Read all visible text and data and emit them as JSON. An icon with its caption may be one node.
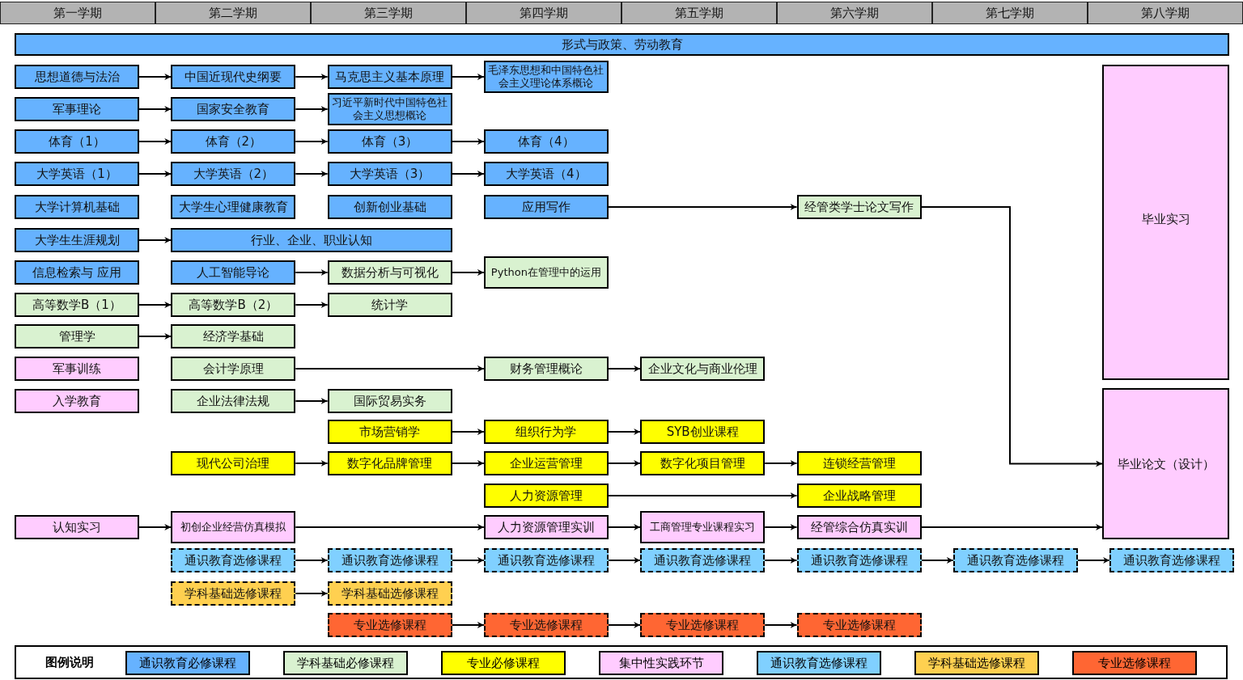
{
  "diagram": {
    "nodes": [
      {
        "text": [
          "第一学期"
        ]
      },
      {
        "text": [
          "第二学期"
        ]
      },
      {
        "text": [
          "第三学期"
        ]
      },
      {
        "text": [
          "第四学期"
        ]
      },
      {
        "text": [
          "第五学期"
        ]
      },
      {
        "text": [
          "第六学期"
        ]
      },
      {
        "text": [
          "第七学期"
        ]
      },
      {
        "text": [
          "第八学期"
        ]
      },
      {
        "text": [
          "形式与政策、劳动教育"
        ]
      },
      {
        "text": [
          "思想道德与法治"
        ]
      },
      {
        "text": [
          "中国近现代史纲要"
        ]
      },
      {
        "text": [
          "马克思主义基本原理"
        ]
      },
      {
        "text": [
          "毛泽东思想和中国特色社会主义理论体系概论"
        ]
      },
      {
        "text": [
          "军事理论"
        ]
      },
      {
        "text": [
          "国家安全教育"
        ]
      },
      {
        "text": [
          "习近平新时代中国特色社会主义思想概论"
        ]
      },
      {
        "text": [
          "毕业实习"
        ]
      },
      {
        "text": [
          "体育（1）"
        ]
      },
      {
        "text": [
          "体育（2）"
        ]
      },
      {
        "text": [
          "体育（3）"
        ]
      },
      {
        "text": [
          "体育（4）"
        ]
      },
      {
        "text": [
          "大学英语（1）"
        ]
      },
      {
        "text": [
          "大学英语（2）"
        ]
      },
      {
        "text": [
          "大学英语（3）"
        ]
      },
      {
        "text": [
          "大学英语（4）"
        ]
      },
      {
        "text": [
          "大学计算机基础"
        ]
      },
      {
        "text": [
          "大学生心理健康教育"
        ]
      },
      {
        "text": [
          "创新创业基础"
        ]
      },
      {
        "text": [
          "应用写作"
        ]
      },
      {
        "text": [
          "经管类学士论文写作"
        ]
      },
      {
        "text": [
          "大学生生涯规划"
        ]
      },
      {
        "text": [
          "行业、企业、职业认知"
        ]
      },
      {
        "text": [
          "信息检索与 应用"
        ]
      },
      {
        "text": [
          "人工智能导论"
        ]
      },
      {
        "text": [
          "数据分析与可视化"
        ]
      },
      {
        "text": [
          "Python在管理中的运用"
        ]
      },
      {
        "text": [
          "高等数学B（1）"
        ]
      },
      {
        "text": [
          "高等数学B（2）"
        ]
      },
      {
        "text": [
          "统计学"
        ]
      },
      {
        "text": [
          "管理学"
        ]
      },
      {
        "text": [
          "经济学基础"
        ]
      },
      {
        "text": [
          "军事训练"
        ]
      },
      {
        "text": [
          "会计学原理"
        ]
      },
      {
        "text": [
          "财务管理概论"
        ]
      },
      {
        "text": [
          "企业文化与商业伦理"
        ]
      },
      {
        "text": [
          "入学教育"
        ]
      },
      {
        "text": [
          "企业法律法规"
        ]
      },
      {
        "text": [
          "国际贸易实务"
        ]
      },
      {
        "text": [
          "市场营销学"
        ]
      },
      {
        "text": [
          "组织行为学"
        ]
      },
      {
        "text": [
          "SYB创业课程"
        ]
      },
      {
        "text": [
          "现代公司治理"
        ]
      },
      {
        "text": [
          "数字化品牌管理"
        ]
      },
      {
        "text": [
          "企业运营管理"
        ]
      },
      {
        "text": [
          "数字化项目管理"
        ]
      },
      {
        "text": [
          "连锁经营管理"
        ]
      },
      {
        "text": [
          "人力资源管理"
        ]
      },
      {
        "text": [
          "企业战略管理"
        ]
      },
      {
        "text": [
          "认知实习"
        ]
      },
      {
        "text": [
          "初创企业经营仿真模拟"
        ]
      },
      {
        "text": [
          "人力资源管理实训"
        ]
      },
      {
        "text": [
          "工商管理专业课程实习"
        ]
      },
      {
        "text": [
          "经管综合仿真实训"
        ]
      },
      {
        "text": [
          "毕业论文（设计）"
        ]
      },
      {
        "text": [
          "通识教育选修课程"
        ]
      },
      {
        "text": [
          "通识教育选修课程"
        ]
      },
      {
        "text": [
          "通识教育选修课程"
        ]
      },
      {
        "text": [
          "通识教育选修课程"
        ]
      },
      {
        "text": [
          "通识教育选修课程"
        ]
      },
      {
        "text": [
          "通识教育选修课程"
        ]
      },
      {
        "text": [
          "通识教育选修课程"
        ]
      },
      {
        "text": [
          "学科基础选修课程"
        ]
      },
      {
        "text": [
          "学科基础选修课程"
        ]
      },
      {
        "text": [
          "专业选修课程"
        ]
      },
      {
        "text": [
          "专业选修课程"
        ]
      },
      {
        "text": [
          "专业选修课程"
        ]
      },
      {
        "text": [
          "专业选修课程"
        ]
      }
    ],
    "edges": [
      {
        "from": 9,
        "to": 10,
        "arrow": "to"
      },
      {
        "from": 10,
        "to": 11,
        "arrow": "to"
      },
      {
        "from": 11,
        "to": 12,
        "arrow": "to"
      },
      {
        "from": 13,
        "to": 14,
        "arrow": "to"
      },
      {
        "from": 14,
        "to": 15,
        "arrow": "to"
      },
      {
        "from": 17,
        "to": 18,
        "arrow": "to"
      },
      {
        "from": 18,
        "to": 19,
        "arrow": "to"
      },
      {
        "from": 19,
        "to": 20,
        "arrow": "to"
      },
      {
        "from": 21,
        "to": 22,
        "arrow": "to"
      },
      {
        "from": 22,
        "to": 23,
        "arrow": "to"
      },
      {
        "from": 23,
        "to": 24,
        "arrow": "to"
      },
      {
        "from": 28,
        "to": 29,
        "arrow": "to"
      },
      {
        "from": 29,
        "to": 63,
        "arrow": "to"
      },
      {
        "from": 30,
        "to": 31,
        "arrow": "to"
      },
      {
        "from": 33,
        "to": 34,
        "arrow": "to"
      },
      {
        "from": 34,
        "to": 35,
        "arrow": "to"
      },
      {
        "from": 36,
        "to": 37,
        "arrow": "to"
      },
      {
        "from": 37,
        "to": 38,
        "arrow": "to"
      },
      {
        "from": 39,
        "to": 40,
        "arrow": "to"
      },
      {
        "from": 42,
        "to": 43,
        "arrow": "to"
      },
      {
        "from": 43,
        "to": 44,
        "arrow": "to"
      },
      {
        "from": 46,
        "to": 47,
        "arrow": "to"
      },
      {
        "from": 48,
        "to": 49,
        "arrow": "to"
      },
      {
        "from": 49,
        "to": 50,
        "arrow": "to"
      },
      {
        "from": 51,
        "to": 52,
        "arrow": "to"
      },
      {
        "from": 52,
        "to": 53,
        "arrow": "to"
      },
      {
        "from": 53,
        "to": 54,
        "arrow": "to"
      },
      {
        "from": 54,
        "to": 55,
        "arrow": "to"
      },
      {
        "from": 56,
        "to": 57,
        "arrow": "to"
      },
      {
        "from": 58,
        "to": 59,
        "arrow": "to"
      },
      {
        "from": 59,
        "to": 60,
        "arrow": "to"
      },
      {
        "from": 60,
        "to": 61,
        "arrow": "to"
      },
      {
        "from": 61,
        "to": 62,
        "arrow": "to"
      },
      {
        "from": 62,
        "to": 63,
        "arrow": "to"
      },
      {
        "from": 64,
        "to": 65,
        "arrow": "to"
      },
      {
        "from": 65,
        "to": 66,
        "arrow": "to"
      },
      {
        "from": 66,
        "to": 67,
        "arrow": "to"
      },
      {
        "from": 67,
        "to": 68,
        "arrow": "to"
      },
      {
        "from": 68,
        "to": 69,
        "arrow": "to"
      },
      {
        "from": 69,
        "to": 70,
        "arrow": "to"
      },
      {
        "from": 71,
        "to": 72,
        "arrow": "to"
      },
      {
        "from": 73,
        "to": 74,
        "arrow": "to"
      },
      {
        "from": 74,
        "to": 75,
        "arrow": "to"
      },
      {
        "from": 75,
        "to": 76,
        "arrow": "to"
      }
    ],
    "labels": [
      "图例说明"
    ],
    "legend": [
      {
        "text": "通识教育必修课程",
        "color": "#66b2ff"
      },
      {
        "text": "学科基础必修课程",
        "color": "#d9f2d0"
      },
      {
        "text": "专业必修课程",
        "color": "#ffff00"
      },
      {
        "text": "集中性实践环节",
        "color": "#ffccff"
      },
      {
        "text": "通识教育选修课程",
        "color": "#80d0ff"
      },
      {
        "text": "学科基础选修课程",
        "color": "#ffd050"
      },
      {
        "text": "专业选修课程",
        "color": "#ff6633"
      }
    ]
  }
}
